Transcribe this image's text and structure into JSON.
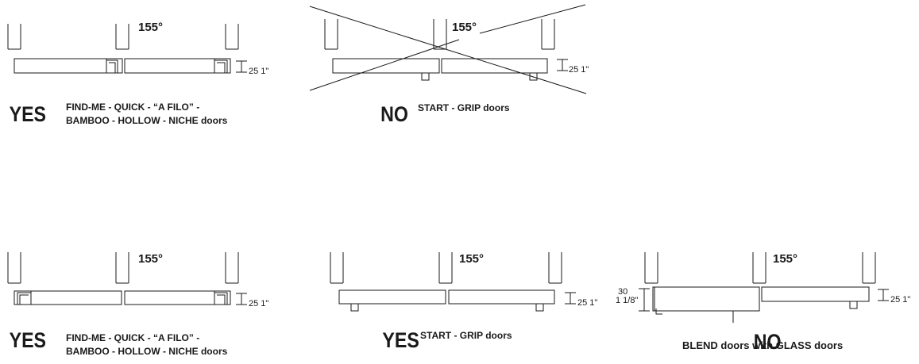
{
  "panels": [
    {
      "angle": "155°",
      "thickness": "25 1\"",
      "verdict": "YES",
      "description_lines": [
        "FIND-ME - QUICK - “A FILO” -",
        "BAMBOO - HOLLOW - NICHE doors"
      ]
    },
    {
      "angle": "155°",
      "thickness": "25 1\"",
      "verdict": "NO",
      "description_lines": [
        "START - GRIP doors"
      ]
    },
    {
      "angle": "155°",
      "thickness": "25 1\"",
      "verdict": "YES",
      "description_lines": [
        "FIND-ME - QUICK - “A FILO” -",
        "BAMBOO - HOLLOW - NICHE doors"
      ]
    },
    {
      "angle": "155°",
      "thickness": "25 1\"",
      "verdict": "YES",
      "description_lines": [
        "START - GRIP doors"
      ]
    },
    {
      "angle": "155°",
      "thickness": "25 1\"",
      "left_dim_mm": "30",
      "left_dim_in": "1 1/8\"",
      "verdict": "NO",
      "description": "BLEND doors with GLASS doors"
    }
  ]
}
